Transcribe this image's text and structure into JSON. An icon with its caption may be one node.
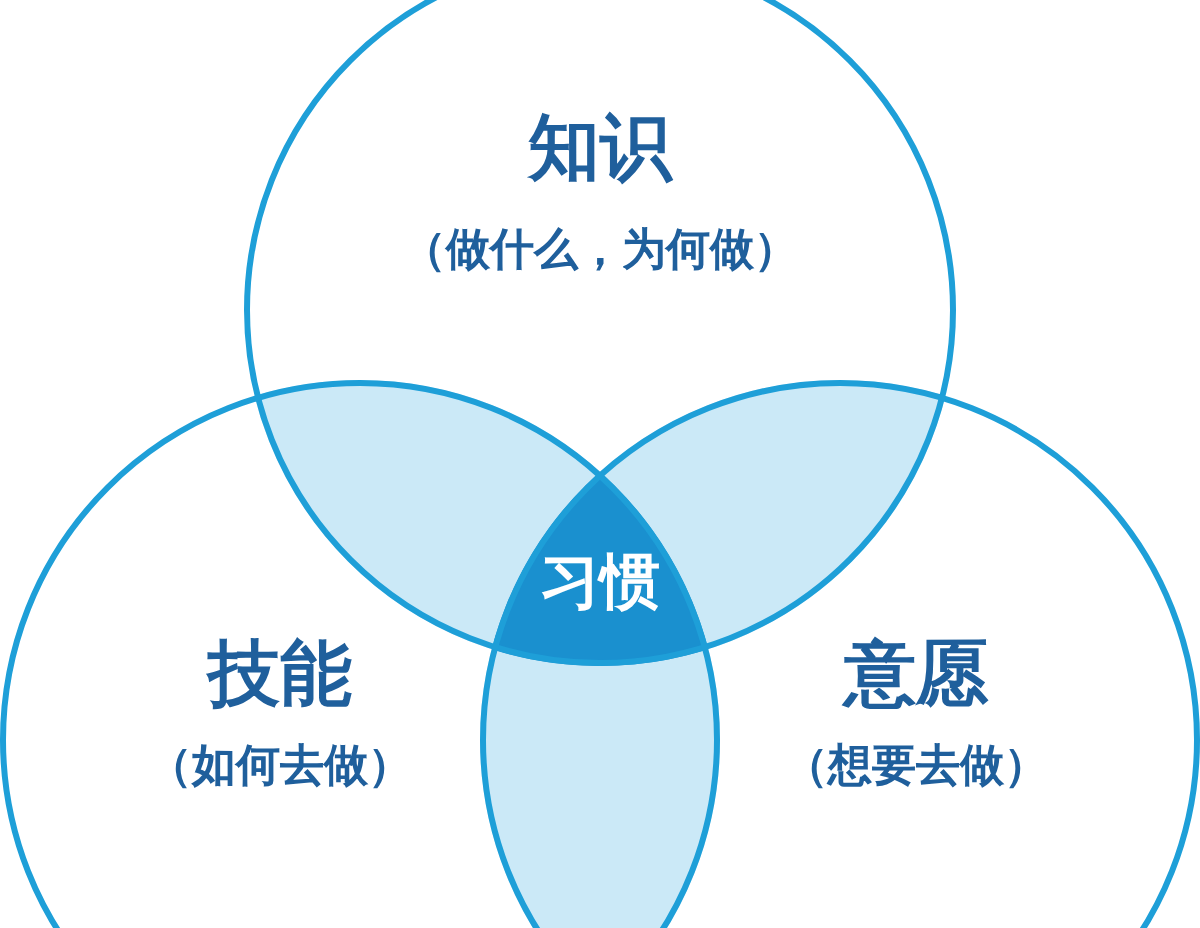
{
  "diagram": {
    "nodes": [
      {
        "text": [
          "知识",
          "（做什么，为何做）"
        ]
      },
      {
        "text": [
          "技能",
          "（如何去做）"
        ]
      },
      {
        "text": [
          "意愿",
          "（想要去做）"
        ]
      },
      {
        "text": [
          "习惯"
        ]
      }
    ]
  }
}
